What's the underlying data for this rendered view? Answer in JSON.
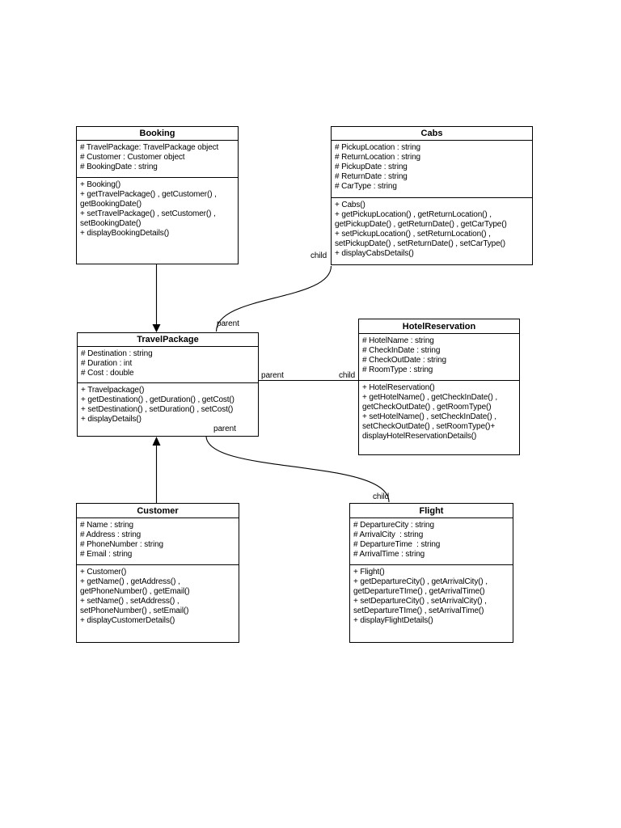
{
  "connector_labels": {
    "parent": "parent",
    "child": "child"
  },
  "classes": {
    "booking": {
      "name": "Booking",
      "attributes": [
        "# TravelPackage: TravelPackage object",
        "# Customer : Customer object",
        "# BookingDate : string"
      ],
      "methods": [
        "+ Booking()",
        "+ getTravelPackage() , getCustomer() ,",
        "getBookingDate()",
        "+ setTravelPackage() , setCustomer() ,",
        "setBookingDate()",
        "+ displayBookingDetails()"
      ]
    },
    "cabs": {
      "name": "Cabs",
      "attributes": [
        "# PickupLocation : string",
        "# ReturnLocation : string",
        "# PickupDate : string",
        "# ReturnDate : string",
        "# CarType : string"
      ],
      "methods": [
        "+ Cabs()",
        "+ getPickupLocation() , getReturnLocation() ,",
        "getPickupDate() , getReturnDate() , getCarType()",
        "+ setPickupLocation() , setReturnLocation() ,",
        "setPickupDate() , setReturnDate() , setCarType()",
        "+ displayCabsDetails()"
      ]
    },
    "travelpackage": {
      "name": "TravelPackage",
      "attributes": [
        "# Destination : string",
        "# Duration : int",
        "# Cost : double"
      ],
      "methods": [
        "+ Travelpackage()",
        "+ getDestination() , getDuration() , getCost()",
        "+ setDestination() , setDuration() , setCost()",
        "+ displayDetails()"
      ]
    },
    "hotelreservation": {
      "name": "HotelReservation",
      "attributes": [
        "# HotelName : string",
        "# CheckInDate : string",
        "# CheckOutDate : string",
        "# RoomType : string"
      ],
      "methods": [
        "+ HotelReservation()",
        "+ getHotelName() , getCheckInDate() ,",
        "getCheckOutDate() , getRoomType()",
        "+ setHotelName() , setCheckInDate() ,",
        "setCheckOutDate() , setRoomType()+",
        "displayHotelReservationDetails()"
      ]
    },
    "customer": {
      "name": "Customer",
      "attributes": [
        "# Name : string",
        "# Address : string",
        "# PhoneNumber : string",
        "# Email : string"
      ],
      "methods": [
        "+ Customer()",
        "+ getName() , getAddress() ,",
        "getPhoneNumber() , getEmail()",
        "+ setName() , setAddress() ,",
        "setPhoneNumber() , setEmail()",
        "+ displayCustomerDetails()"
      ]
    },
    "flight": {
      "name": "Flight",
      "attributes": [
        "# DepartureCity : string",
        "# ArrivalCity  : string",
        "# DepartureTime  : string",
        "# ArrivalTime : string"
      ],
      "methods": [
        "+ Flight()",
        "+ getDepartureCity() , getArrivalCity() ,",
        "getDepartureTIme() , getArrivalTime()",
        "+ setDepartureCity() , setArrivalCity() ,",
        "setDepartureTIme() , setArrivalTime()",
        "+ displayFlightDetails()"
      ]
    }
  },
  "connections": [
    {
      "id": "booking-travelpackage",
      "type": "solid-arrow"
    },
    {
      "id": "customer-travelpackage",
      "type": "solid-arrow"
    },
    {
      "id": "cabs-travelpackage",
      "type": "curve",
      "child_label": "child",
      "parent_label": "parent"
    },
    {
      "id": "travelpackage-hotelreservation",
      "type": "line",
      "parent_label": "parent",
      "child_label": "child"
    },
    {
      "id": "travelpackage-flight",
      "type": "curve",
      "parent_label": "parent",
      "child_label": "child"
    }
  ]
}
